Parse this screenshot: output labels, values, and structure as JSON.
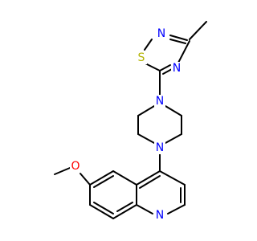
{
  "molecule": {
    "atoms": [
      {
        "id": "s_thiadiazole",
        "symbol": "S",
        "color": "#b2b200"
      },
      {
        "id": "n_thiadiazole_2",
        "symbol": "N",
        "color": "#0000ff"
      },
      {
        "id": "n_thiadiazole_4",
        "symbol": "N",
        "color": "#0000ff"
      },
      {
        "id": "n_piperazine_1",
        "symbol": "N",
        "color": "#0000ff"
      },
      {
        "id": "n_piperazine_4",
        "symbol": "N",
        "color": "#0000ff"
      },
      {
        "id": "o_methoxy",
        "symbol": "O",
        "color": "#ff0000"
      },
      {
        "id": "n_quinoline",
        "symbol": "N",
        "color": "#0000ff"
      }
    ]
  }
}
